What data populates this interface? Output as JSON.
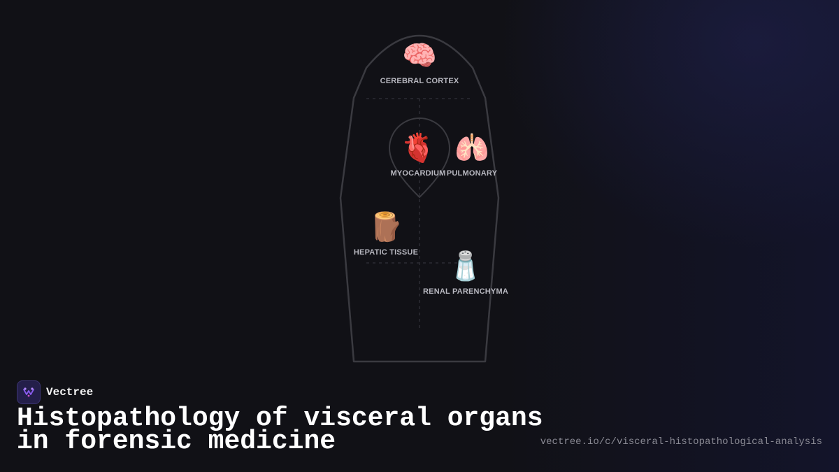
{
  "diagram": {
    "organs": [
      {
        "key": "brain",
        "icon": "🧠",
        "icon_name": "brain-icon",
        "label": "CEREBRAL CORTEX"
      },
      {
        "key": "heart",
        "icon": "🫀",
        "icon_name": "anatomical-heart-icon",
        "label": "MYOCARDIUM"
      },
      {
        "key": "lungs",
        "icon": "🫁",
        "icon_name": "lungs-icon",
        "label": "PULMONARY"
      },
      {
        "key": "liver",
        "icon": "🪵",
        "icon_name": "wood-log-icon",
        "label": "HEPATIC TISSUE"
      },
      {
        "key": "kidney",
        "icon": "🧂",
        "icon_name": "salt-shaker-icon",
        "label": "RENAL PARENCHYMA"
      }
    ]
  },
  "brand": {
    "name": "Vectree",
    "logo_icon": "vectree-logo-icon"
  },
  "headline": {
    "line1": "Histopathology of visceral organs",
    "line2": "in forensic medicine"
  },
  "url": "vectree.io/c/visceral-histopathological-analysis",
  "colors": {
    "background": "#111116",
    "outline": "#3a3a40",
    "label": "#b8b8c0",
    "accent": "#7b4fd6"
  }
}
